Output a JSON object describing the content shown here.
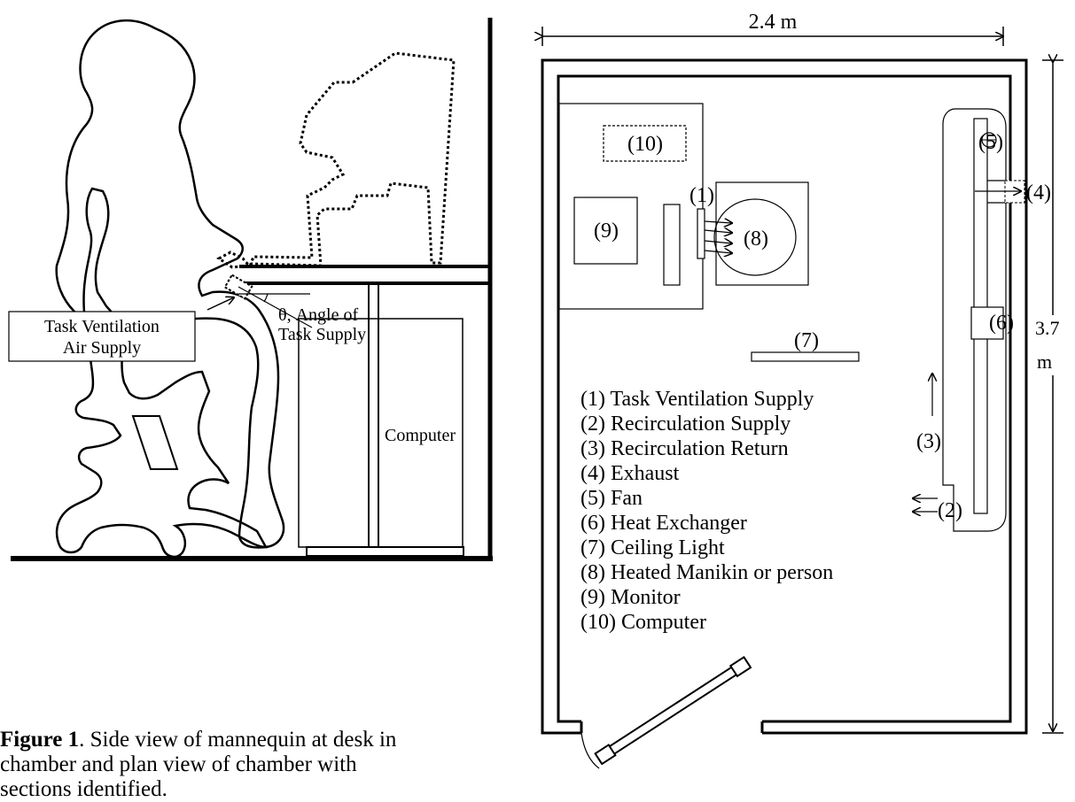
{
  "side_view": {
    "task_ventilation_label_line1": "Task Ventilation",
    "task_ventilation_label_line2": "Air Supply",
    "angle_label_line1": "θ, Angle  of",
    "angle_label_line2": "Task Supply",
    "computer_label": "Computer"
  },
  "plan_view": {
    "width_dimension": "2.4 m",
    "height_dimension_value": "3.7",
    "height_dimension_unit": "m",
    "markers": {
      "m1": "(1)",
      "m3": "(3)",
      "m4": "(4)",
      "m5": "(5)",
      "m6": "(6)",
      "m7": "(7)",
      "m8": "(8)",
      "m9": "(9)",
      "m10": "(10)",
      "m2": "(2)"
    },
    "legend": [
      "(1) Task Ventilation Supply",
      "(2) Recirculation Supply",
      "(3) Recirculation Return",
      "(4) Exhaust",
      "(5) Fan",
      "(6) Heat Exchanger",
      "(7) Ceiling Light",
      "(8) Heated Manikin or person",
      "(9) Monitor",
      "(10) Computer"
    ]
  },
  "caption": {
    "bold": "Figure 1",
    "text": ".  Side view of mannequin at desk in\nchamber and plan view of chamber with\nsections identified."
  }
}
